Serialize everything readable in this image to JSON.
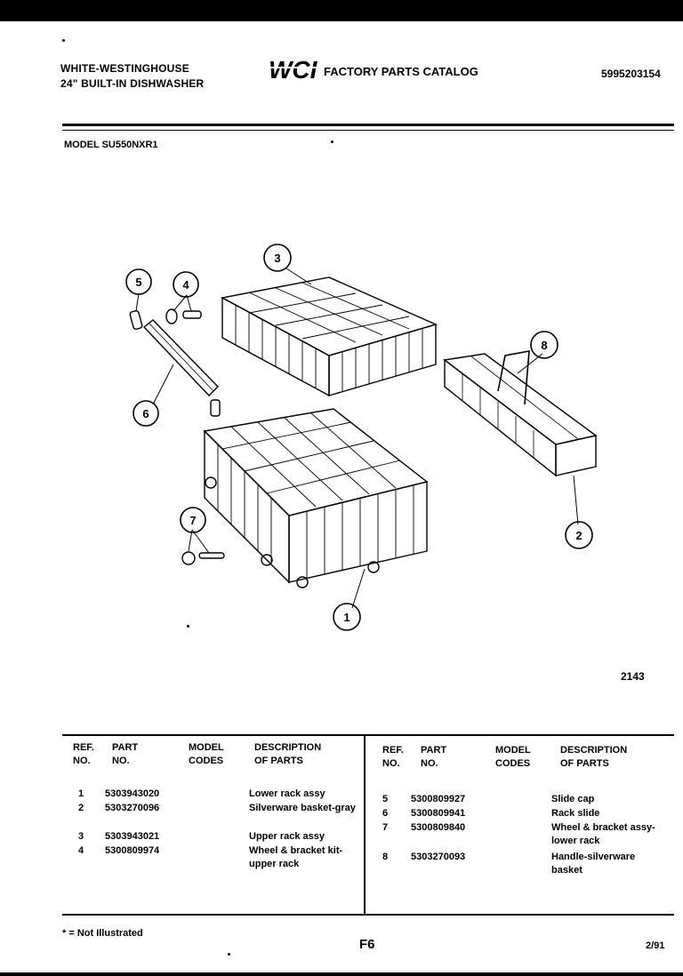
{
  "header": {
    "brand_line1": "WHITE-WESTINGHOUSE",
    "brand_line2": "24\" BUILT-IN DISHWASHER",
    "logo_text": "WCI",
    "catalog_title": "FACTORY PARTS CATALOG",
    "doc_number": "5995203154",
    "model": "MODEL SU550NXR1"
  },
  "diagram": {
    "callouts": [
      "1",
      "2",
      "3",
      "4",
      "5",
      "6",
      "7",
      "8"
    ],
    "drawing_number": "2143"
  },
  "table": {
    "headers": {
      "ref": "REF.",
      "ref2": "NO.",
      "part": "PART",
      "part2": "NO.",
      "model": "MODEL",
      "model2": "CODES",
      "desc": "DESCRIPTION",
      "desc2": "OF PARTS"
    },
    "left_rows": [
      {
        "ref": "1",
        "part": "5303943020",
        "desc": "Lower rack assy"
      },
      {
        "ref": "2",
        "part": "5303270096",
        "desc": "Silverware basket-gray"
      },
      {
        "ref": "3",
        "part": "5303943021",
        "desc": "Upper rack assy"
      },
      {
        "ref": "4",
        "part": "5300809974",
        "desc": "Wheel & bracket kit-upper rack"
      }
    ],
    "right_rows": [
      {
        "ref": "5",
        "part": "5300809927",
        "desc": "Slide cap"
      },
      {
        "ref": "6",
        "part": "5300809941",
        "desc": "Rack slide"
      },
      {
        "ref": "7",
        "part": "5300809840",
        "desc": "Wheel & bracket assy-lower rack"
      },
      {
        "ref": "8",
        "part": "5303270093",
        "desc": "Handle-silverware basket"
      }
    ]
  },
  "footer": {
    "note": "* = Not Illustrated",
    "page_code": "F6",
    "date": "2/91"
  }
}
